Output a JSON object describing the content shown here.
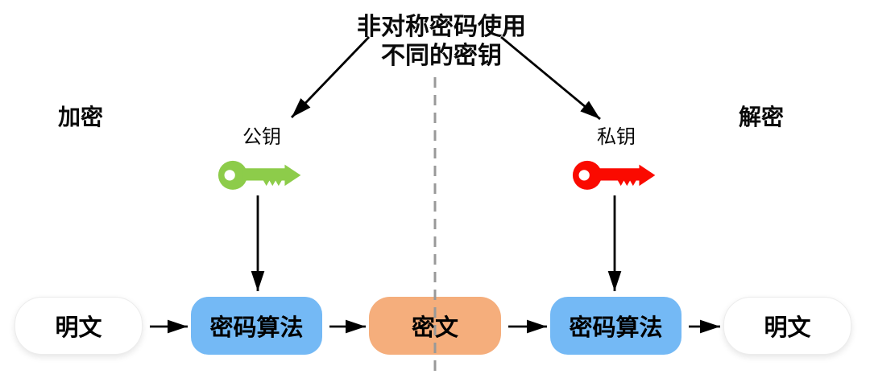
{
  "diagram": {
    "title_line1": "非对称密码使用",
    "title_line2": "不同的密钥",
    "left_section_label": "加密",
    "right_section_label": "解密",
    "public_key_label": "公钥",
    "private_key_label": "私钥"
  },
  "flow": {
    "nodes": [
      {
        "label": "明文",
        "type": "plaintext"
      },
      {
        "label": "密码算法",
        "type": "algorithm"
      },
      {
        "label": "密文",
        "type": "ciphertext"
      },
      {
        "label": "密码算法",
        "type": "algorithm"
      },
      {
        "label": "明文",
        "type": "plaintext"
      }
    ]
  },
  "colors": {
    "public_key": "#8DCC4A",
    "private_key": "#FA0A00",
    "algorithm_box": "#74B9F5",
    "ciphertext_box": "#F5AE7C",
    "plaintext_box": "#FFFFFF",
    "divider_line": "#999999",
    "arrow": "#000000"
  }
}
